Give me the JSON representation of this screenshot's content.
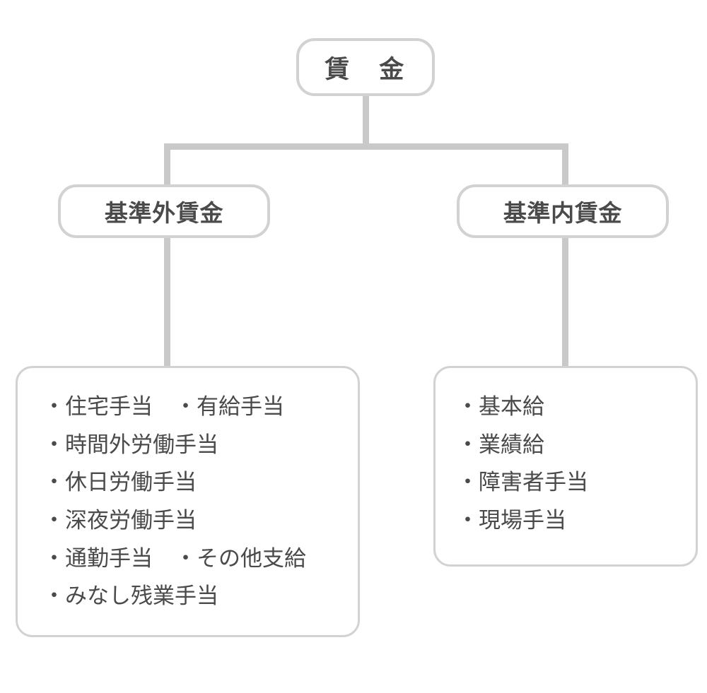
{
  "diagram": {
    "title_colors": {
      "text": "#4a4a4a",
      "box_border": "#d2d2d2",
      "connector": "#c9c9c9",
      "background": "#ffffff"
    },
    "root": {
      "label": "賃　金"
    },
    "branches": [
      {
        "node_label": "基準外賃金",
        "items": [
          "・住宅手当　・有給手当",
          "・時間外労働手当",
          "・休日労働手当",
          "・深夜労働手当",
          "・通勤手当　・その他支給",
          "・みなし残業手当"
        ]
      },
      {
        "node_label": "基準内賃金",
        "items": [
          "・基本給",
          "・業績給",
          "・障害者手当",
          "・現場手当"
        ]
      }
    ]
  }
}
